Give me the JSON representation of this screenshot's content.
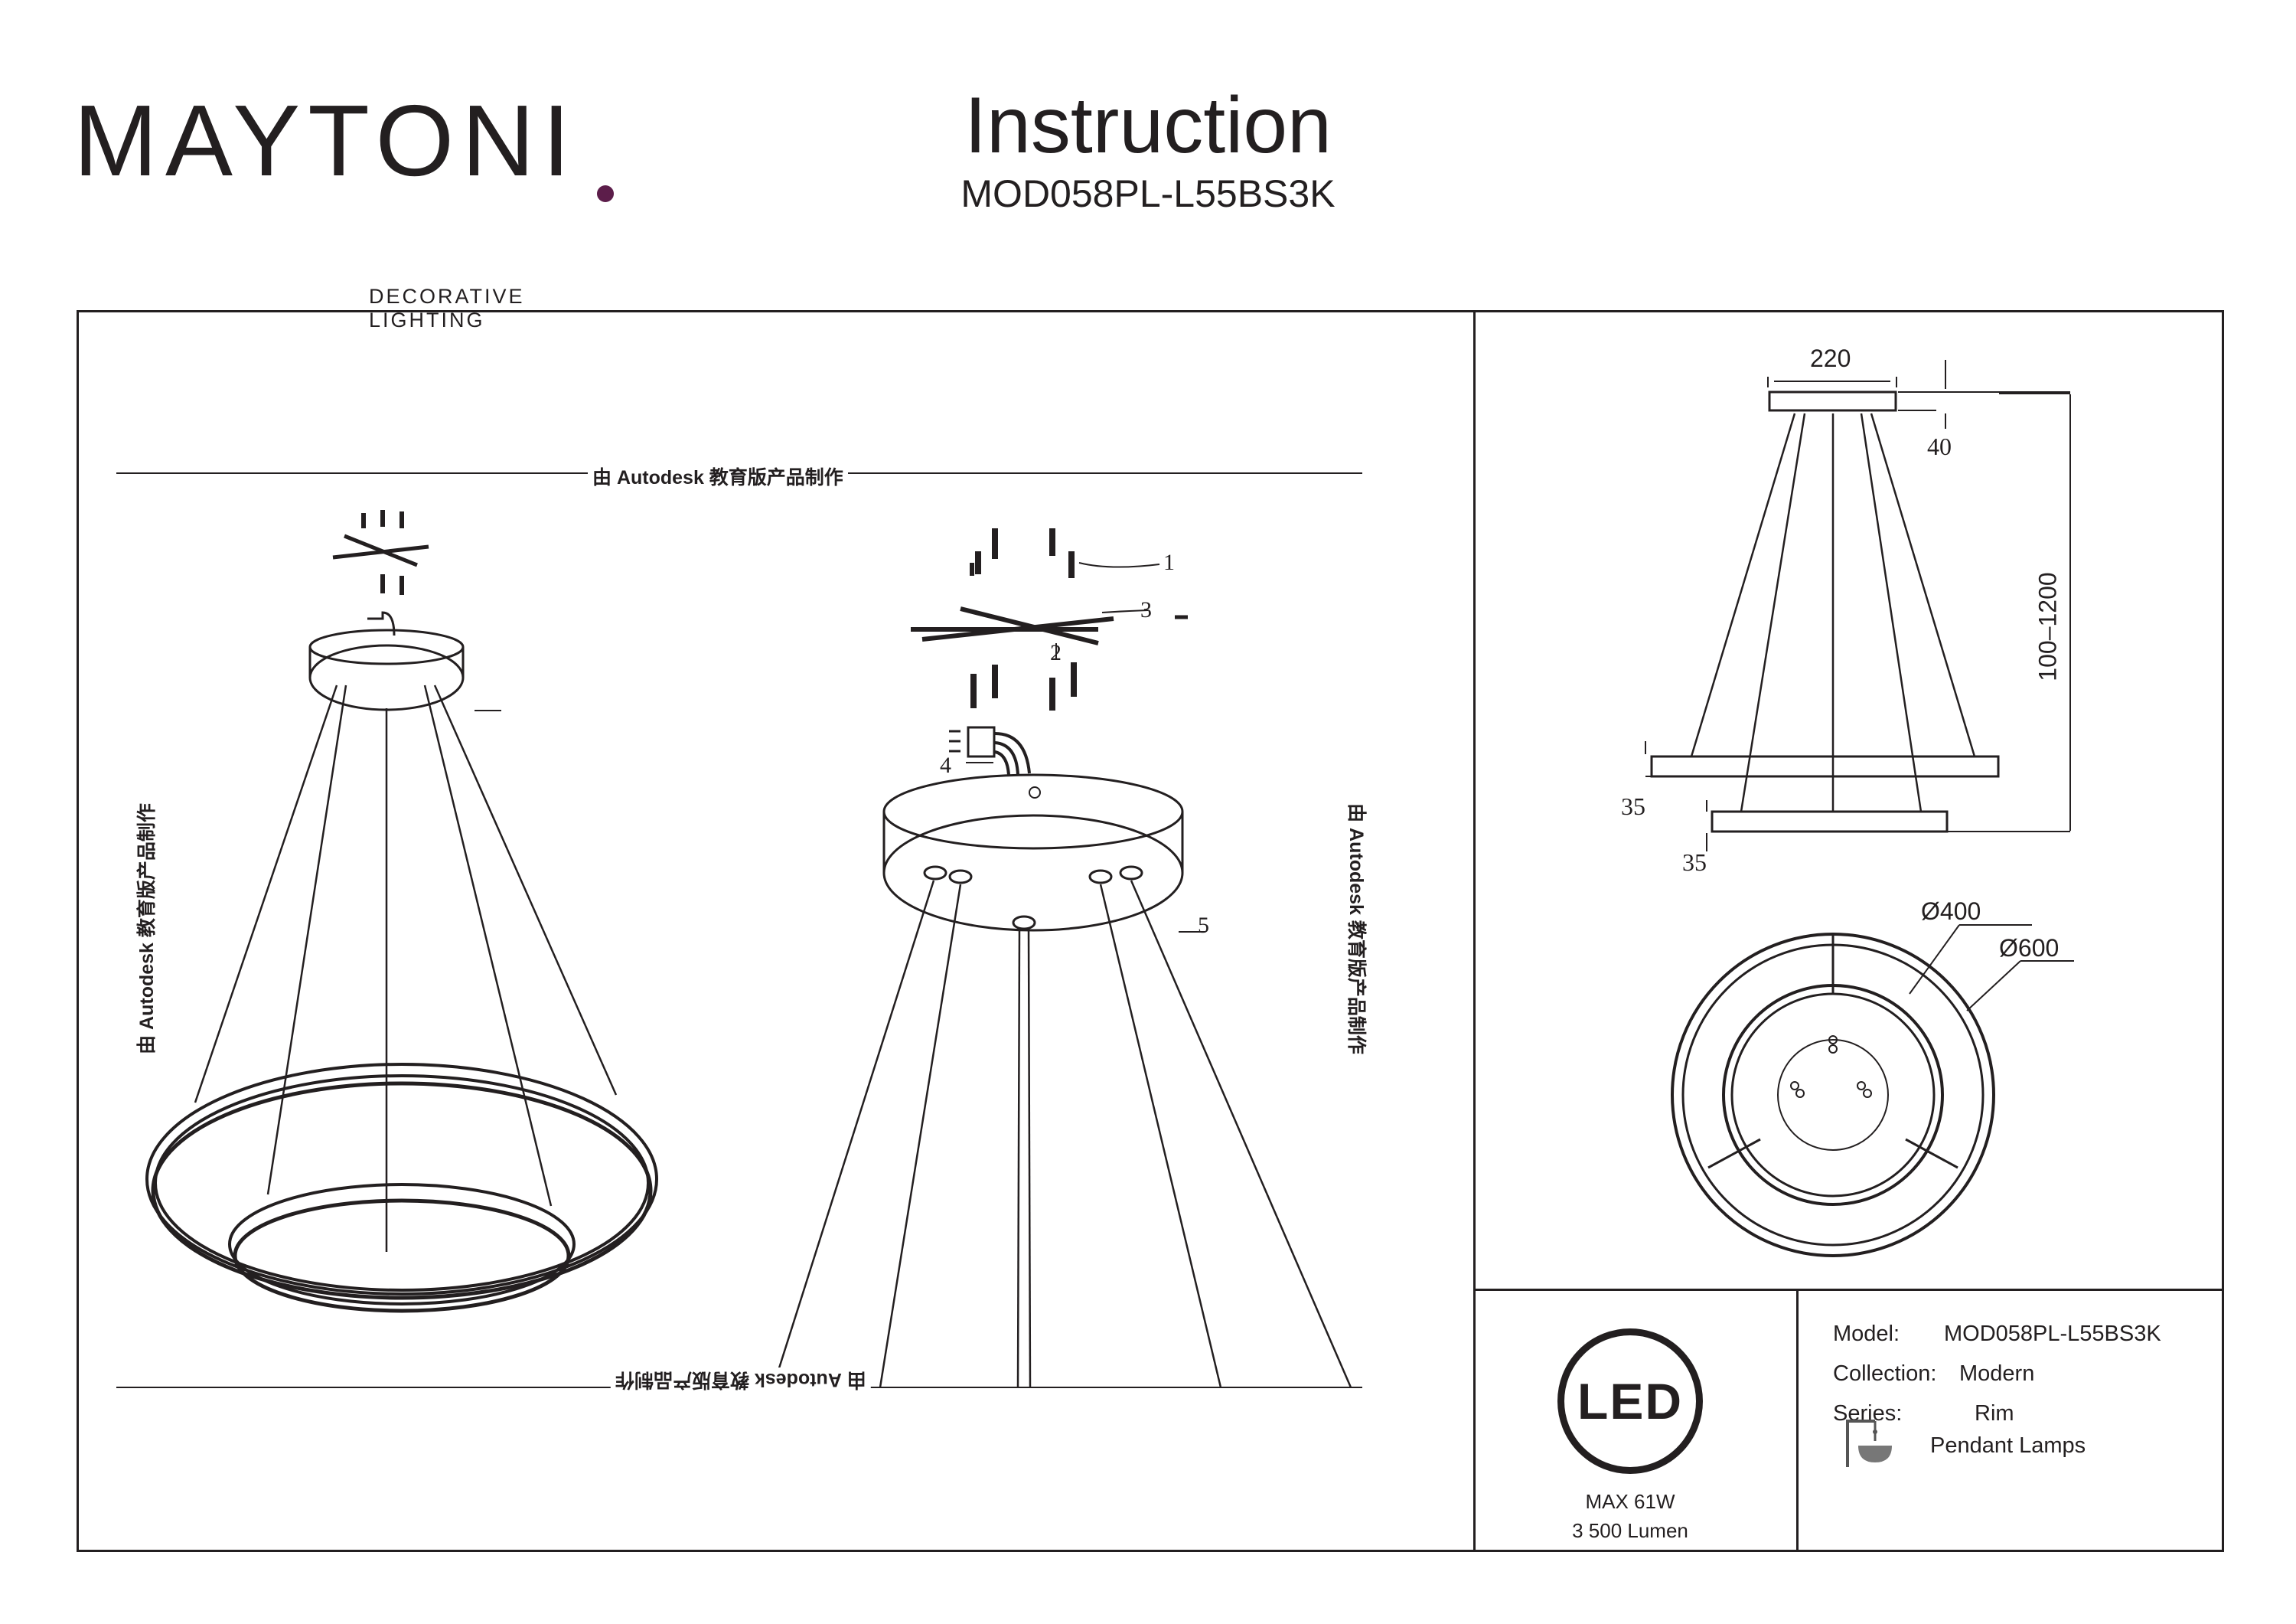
{
  "brand": {
    "name": "MAYTONI",
    "tagline": "DECORATIVE LIGHTING",
    "accent_color": "#5c1d4a"
  },
  "header": {
    "title": "Instruction",
    "model": "MOD058PL-L55BS3K"
  },
  "watermark": "由 Autodesk 教育版产品制作",
  "callouts": [
    "1",
    "2",
    "3",
    "4",
    "5"
  ],
  "dimensions": {
    "canopy_width": "220",
    "canopy_height": "40",
    "drop_range": "100–1200",
    "ring_height_upper": "35",
    "ring_height_lower": "35",
    "diameter_inner": "Ø400",
    "diameter_outer": "Ø600"
  },
  "specs": {
    "badge": "LED",
    "power": "MAX 61W",
    "lumen": "3 500 Lumen"
  },
  "info": {
    "model_label": "Model:",
    "model_value": "MOD058PL-L55BS3K",
    "collection_label": "Collection:",
    "collection_value": "Modern",
    "series_label": "Series:",
    "series_value": "Rim",
    "type_value": "Pendant Lamps",
    "type_icon": "pendant-lamp-icon"
  }
}
